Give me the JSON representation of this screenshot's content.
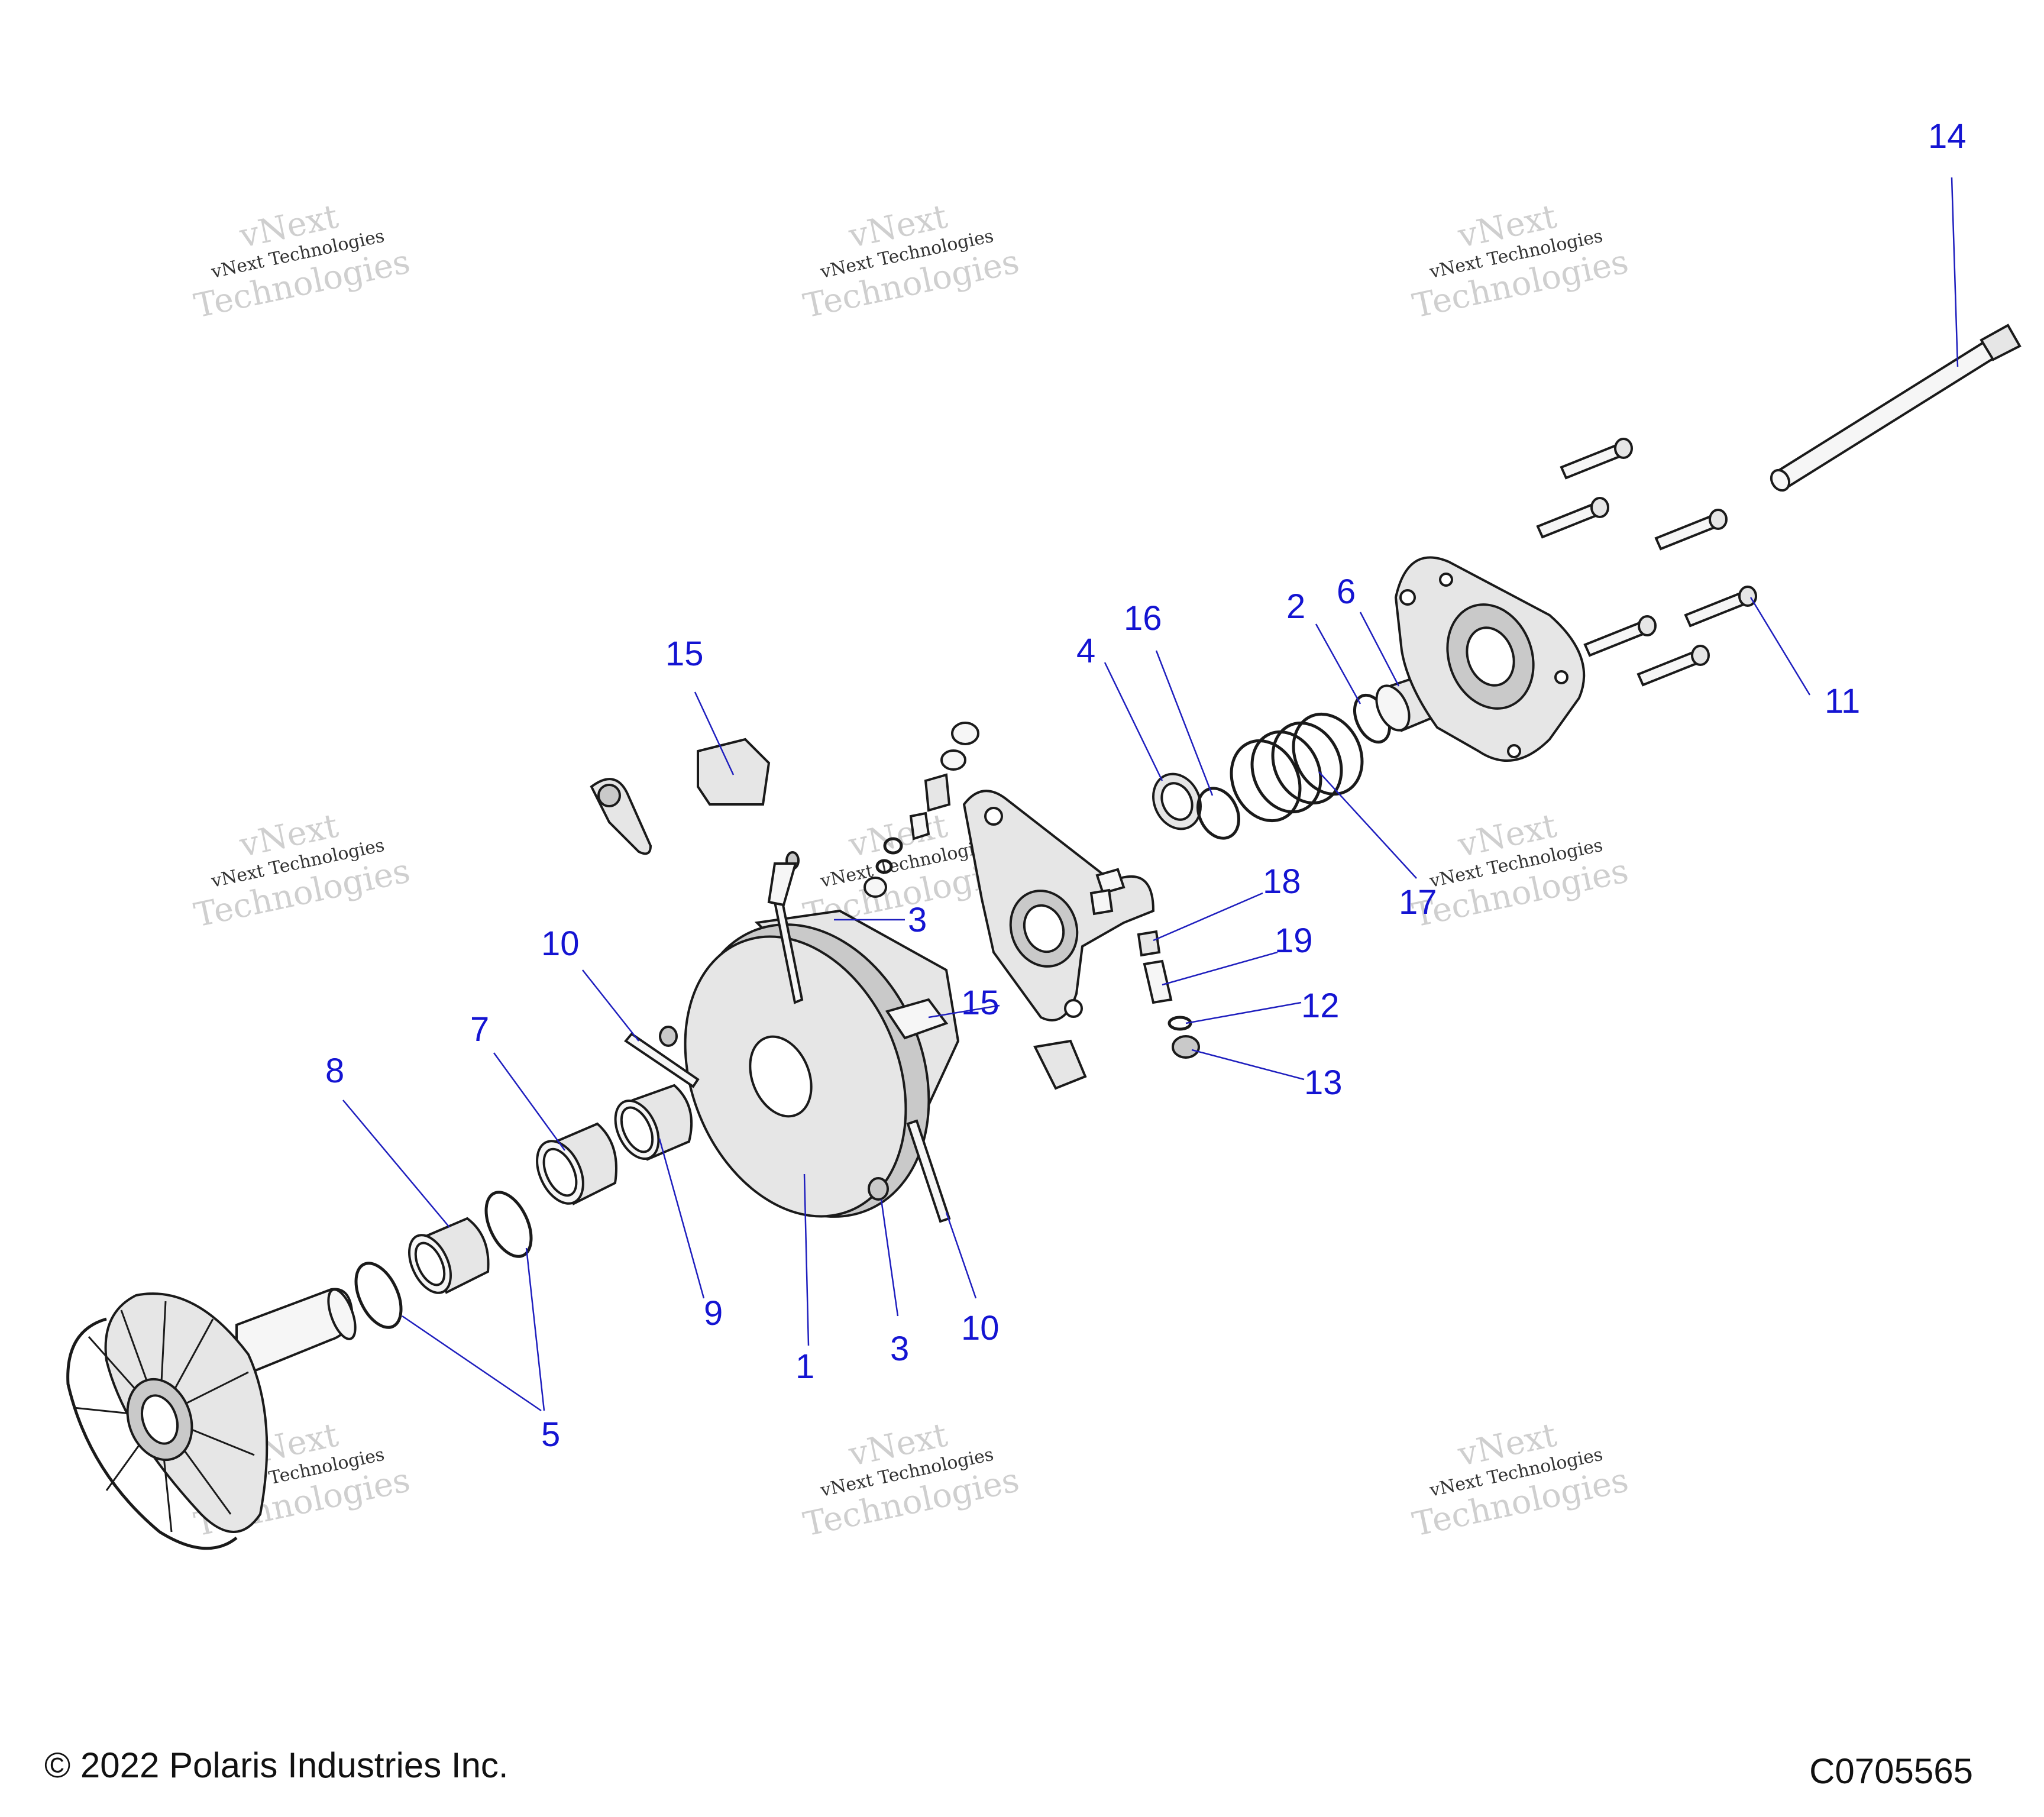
{
  "footer": {
    "copyright": "© 2022 Polaris Industries Inc.",
    "diagram_code": "C0705565"
  },
  "watermark": {
    "line_small": "vNext Technologies",
    "line_big_1": "vNext",
    "line_big_2": "Technologies"
  },
  "callouts": {
    "c1": "1",
    "c2": "2",
    "c3a": "3",
    "c3b": "3",
    "c4": "4",
    "c5": "5",
    "c6": "6",
    "c7": "7",
    "c8": "8",
    "c9": "9",
    "c10a": "10",
    "c10b": "10",
    "c11": "11",
    "c12": "12",
    "c13": "13",
    "c14": "14",
    "c15a": "15",
    "c15b": "15",
    "c16": "16",
    "c17": "17",
    "c18": "18",
    "c19": "19"
  },
  "colors": {
    "callout": "#1414d2",
    "leader": "#1e1ebe",
    "line_art": "#1a1a1a",
    "watermark": "#cfcfcf"
  }
}
